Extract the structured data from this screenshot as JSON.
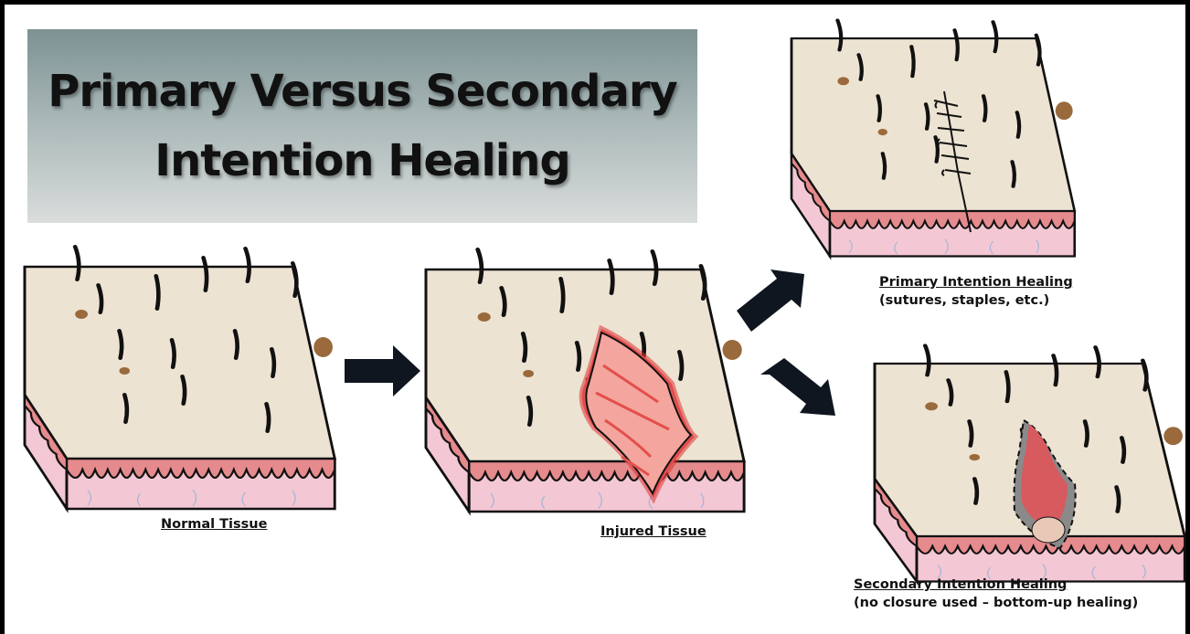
{
  "title": {
    "line1": "Primary Versus Secondary",
    "line2": "Intention Healing"
  },
  "labels": {
    "normal": "Normal Tissue",
    "injured": "Injured Tissue",
    "primary": "Primary Intention Healing",
    "primary_note": "(sutures, staples, etc.)",
    "secondary": "Secondary Intention Healing",
    "secondary_note": "(no closure used – bottom-up healing)"
  },
  "colors": {
    "skin_top": "#ede3d2",
    "dermis": "#f3c7d3",
    "epidermis": "#e58a8d",
    "wound_red": "#e0585a",
    "arrow": "#0f1620"
  }
}
